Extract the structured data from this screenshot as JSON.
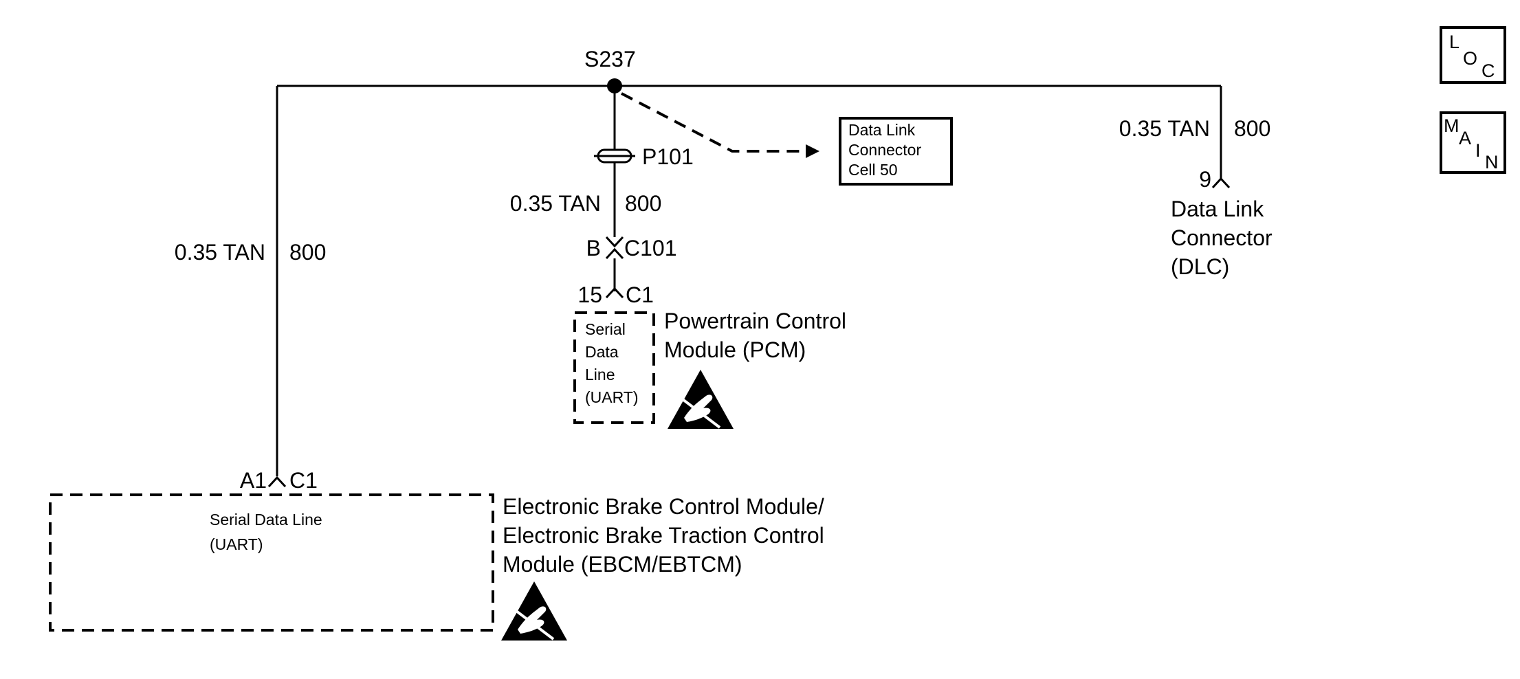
{
  "splice": {
    "label": "S237"
  },
  "wires": {
    "left_gauge": "0.35 TAN",
    "left_circuit": "800",
    "center_gauge": "0.35 TAN",
    "center_circuit": "800",
    "right_gauge": "0.35 TAN",
    "right_circuit": "800"
  },
  "connectors": {
    "p101": "P101",
    "c101_pin": "B",
    "c101": "C101",
    "pcm_pin": "15",
    "pcm_conn": "C1",
    "ebcm_pin": "A1",
    "ebcm_conn": "C1",
    "dlc_pin": "9"
  },
  "dlc_ref_box": {
    "line1": "Data Link",
    "line2": "Connector",
    "line3": "Cell 50"
  },
  "dlc": {
    "line1": "Data Link",
    "line2": "Connector",
    "line3": "(DLC)"
  },
  "pcm": {
    "title_line1": "Powertrain Control",
    "title_line2": "Module (PCM)",
    "inner_line1": "Serial",
    "inner_line2": "Data",
    "inner_line3": "Line",
    "inner_line4": "(UART)"
  },
  "ebcm": {
    "title_line1": "Electronic Brake Control Module/",
    "title_line2": "Electronic Brake Traction Control",
    "title_line3": "Module (EBCM/EBTCM)",
    "inner_line1": "Serial Data Line",
    "inner_line2": "(UART)"
  },
  "nav": {
    "loc": {
      "l": "L",
      "o": "O",
      "c": "C"
    },
    "main": {
      "m": "M",
      "a": "A",
      "i": "I",
      "n": "N"
    }
  },
  "icons": [
    "esd-warning-icon",
    "esd-warning-icon"
  ]
}
